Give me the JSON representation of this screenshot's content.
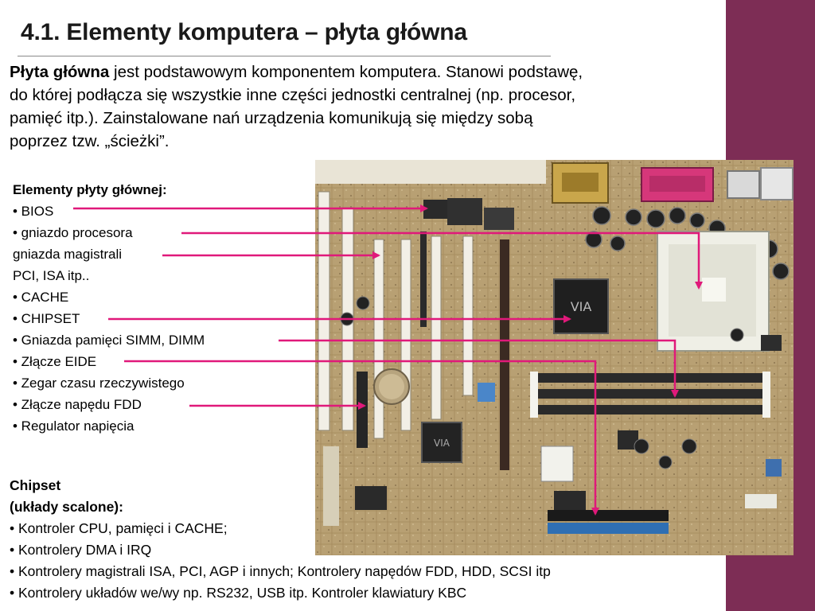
{
  "slide": {
    "title": "4.1. Elementy komputera – płyta główna",
    "intro": {
      "bold_term": "Płyta główna",
      "line1_rest": " jest podstawowym komponentem komputera. Stanowi podstawę,",
      "line2": "do której podłącza się wszystkie inne części jednostki centralnej (np. procesor,",
      "line3": "pamięć itp.). Zainstalowane nań urządzenia komunikują się między sobą",
      "line4": "poprzez tzw. „ścieżki”."
    },
    "elements": {
      "heading": "Elementy płyty głównej:",
      "items": [
        "• BIOS",
        "• gniazdo procesora",
        "gniazda magistrali",
        "PCI, ISA itp..",
        "• CACHE",
        "• CHIPSET",
        "•  Gniazda pamięci SIMM, DIMM",
        "• Złącze EIDE",
        "• Zegar czasu rzeczywistego",
        "• Złącze napędu FDD",
        "• Regulator napięcia"
      ]
    },
    "chipset": {
      "heading_line1": "Chipset",
      "heading_line2": "(układy scalone):",
      "items": [
        "• Kontroler CPU, pamięci i CACHE;",
        "• Kontrolery DMA i IRQ",
        "• Kontrolery magistrali ISA, PCI, AGP i innych;  Kontrolery napędów FDD, HDD, SCSI itp",
        "• Kontrolery układów we/wy np. RS232, USB itp. Kontroler klawiatury KBC"
      ]
    }
  },
  "colors": {
    "accent_bar": "#7d2d55",
    "arrow": "#e0197a",
    "board_pcb": "#b59a6a"
  },
  "icons": {
    "motherboard_photo": "motherboard-image",
    "arrows": "pointer-arrow"
  }
}
